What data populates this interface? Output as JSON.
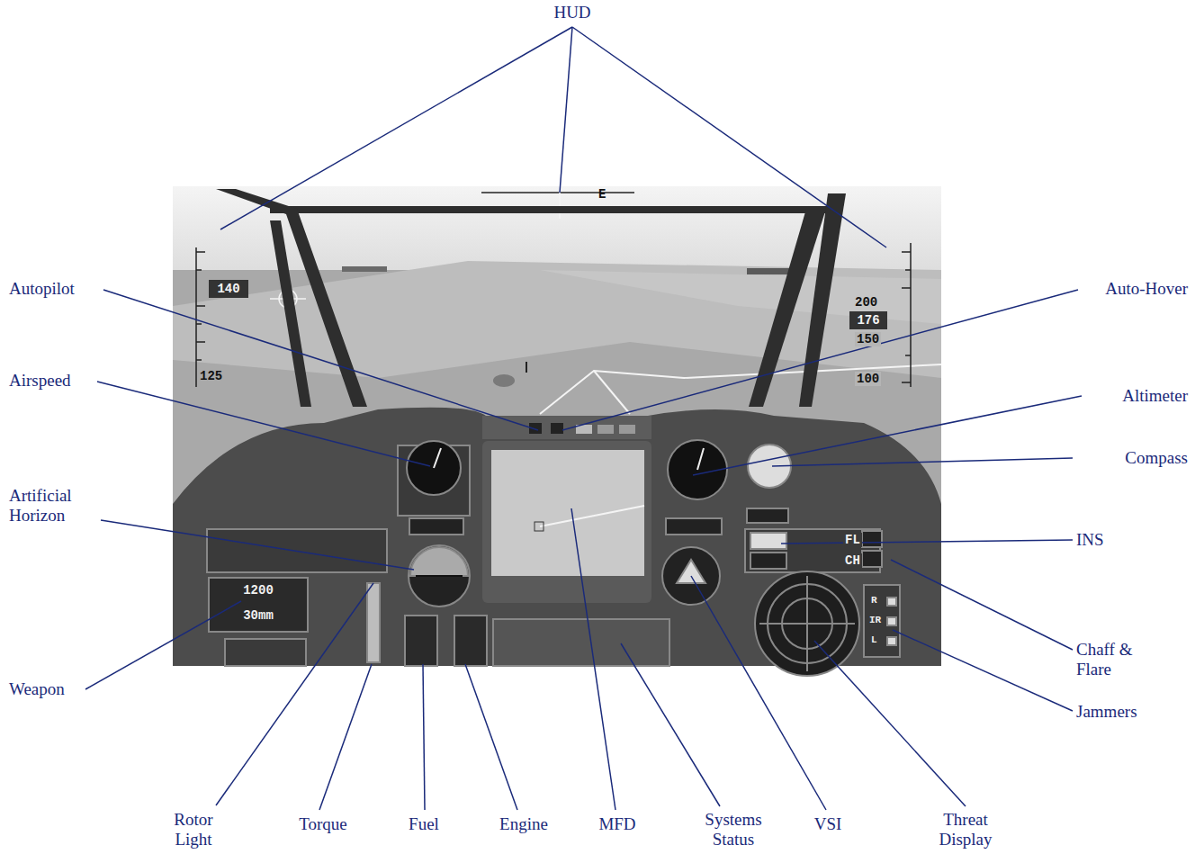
{
  "diagram": {
    "labels": [
      "HUD",
      "Autopilot",
      "Auto-Hover",
      "Airspeed",
      "Altimeter",
      "Artificial Horizon",
      "Compass",
      "INS",
      "Weapon",
      "Chaff & Flare",
      "Jammers",
      "Rotor Light",
      "Torque",
      "Fuel",
      "Engine",
      "MFD",
      "Systems Status",
      "VSI",
      "Threat Display",
      "140",
      "125",
      "200",
      "176",
      "150",
      "100",
      "E",
      "1200",
      "30mm",
      "FL",
      "CH",
      "R",
      "IR",
      "L"
    ]
  }
}
